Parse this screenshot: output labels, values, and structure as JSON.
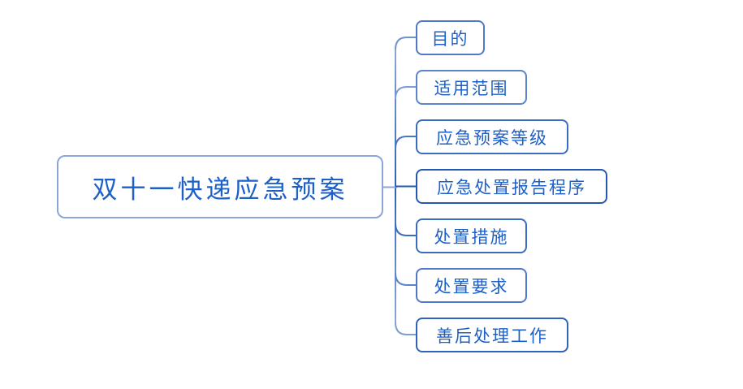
{
  "diagram": {
    "type": "mindmap",
    "root": {
      "label": "双十一快递应急预案"
    },
    "children": [
      {
        "label": "目的"
      },
      {
        "label": "适用范围"
      },
      {
        "label": "应急预案等级"
      },
      {
        "label": "应急处置报告程序"
      },
      {
        "label": "处置措施"
      },
      {
        "label": "处置要求"
      },
      {
        "label": "善后处理工作"
      }
    ],
    "colors": {
      "background": "#ffffff",
      "text": "#1d60c8",
      "root_border": "#8ba6da",
      "root_link": "#8ba6da",
      "spine_light": "#8ba6da",
      "spine_dark": "#2a62b8",
      "branch1": "#6f92d1",
      "branch2": "#7e9cd6",
      "branch3": "#4a76c6",
      "branch4": "#1f5bb4",
      "branch5": "#3a6cc0",
      "branch6": "#5b84cd",
      "branch7": "#7e9cd6"
    }
  }
}
